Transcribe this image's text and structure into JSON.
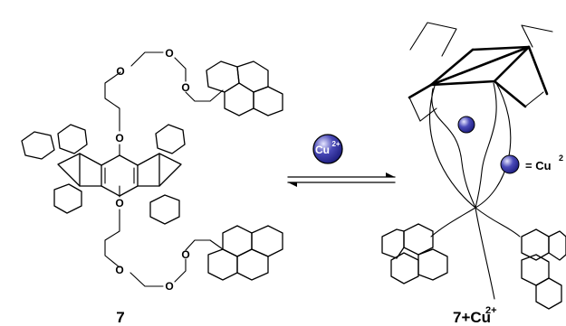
{
  "compound_label": "7",
  "complex_label": "7+Cu",
  "complex_label_charge": "2+",
  "ion_label": "Cu",
  "ion_label_charge": "2+",
  "legend_equals": "= Cu",
  "legend_charge": "2",
  "oxygen_atom": "O",
  "colors": {
    "sphere_dark": "#1a1a7a",
    "sphere_mid": "#4a4ab8",
    "sphere_light": "#e6e6ff"
  }
}
